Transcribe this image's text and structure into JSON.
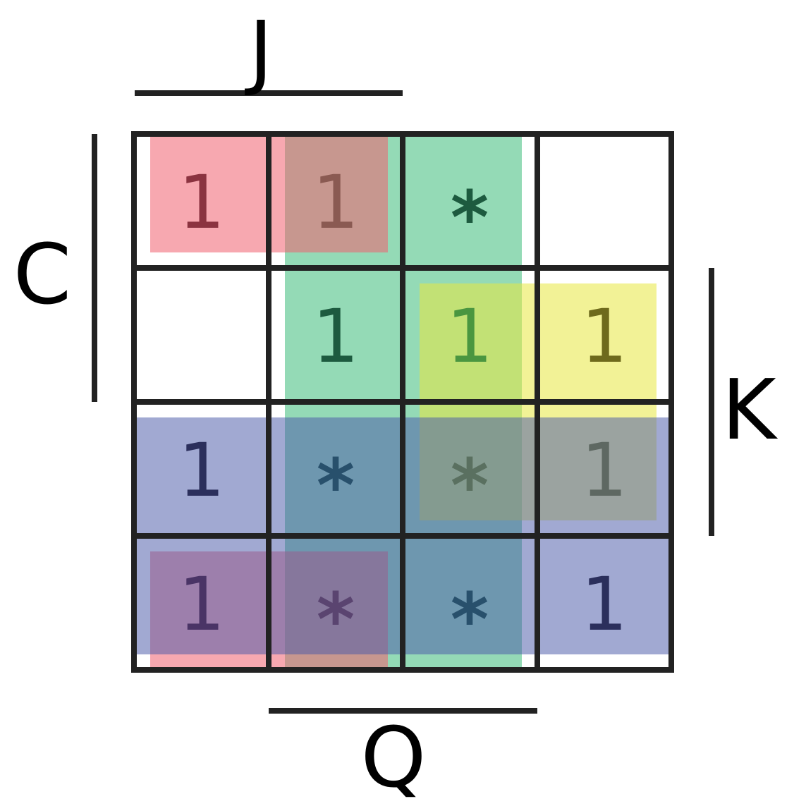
{
  "labels": {
    "top": "J",
    "left": "C",
    "right": "K",
    "bottom": "Q"
  },
  "cells": [
    [
      "1",
      "1",
      "*",
      ""
    ],
    [
      "",
      "1",
      "1",
      "1"
    ],
    [
      "1",
      "*",
      "*",
      "1"
    ],
    [
      "1",
      "*",
      "*",
      "1"
    ]
  ],
  "cell_colors": [
    [
      "#8b3340",
      "#8a5a52",
      "#1d5a3f",
      ""
    ],
    [
      "",
      "#1d5a3f",
      "#4a9640",
      "#6e6a1c"
    ],
    [
      "#2b2f5c",
      "#28506c",
      "#5a7060",
      "#5e6862"
    ],
    [
      "#4a3466",
      "#5a4470",
      "#28506c",
      "#2b2f5c"
    ]
  ],
  "groups": [
    {
      "name": "green",
      "color": "#3dbb7a"
    },
    {
      "name": "red",
      "color": "#f06070"
    },
    {
      "name": "yellow",
      "color": "#e8e840"
    },
    {
      "name": "blue",
      "color": "#4a5aa8"
    }
  ]
}
